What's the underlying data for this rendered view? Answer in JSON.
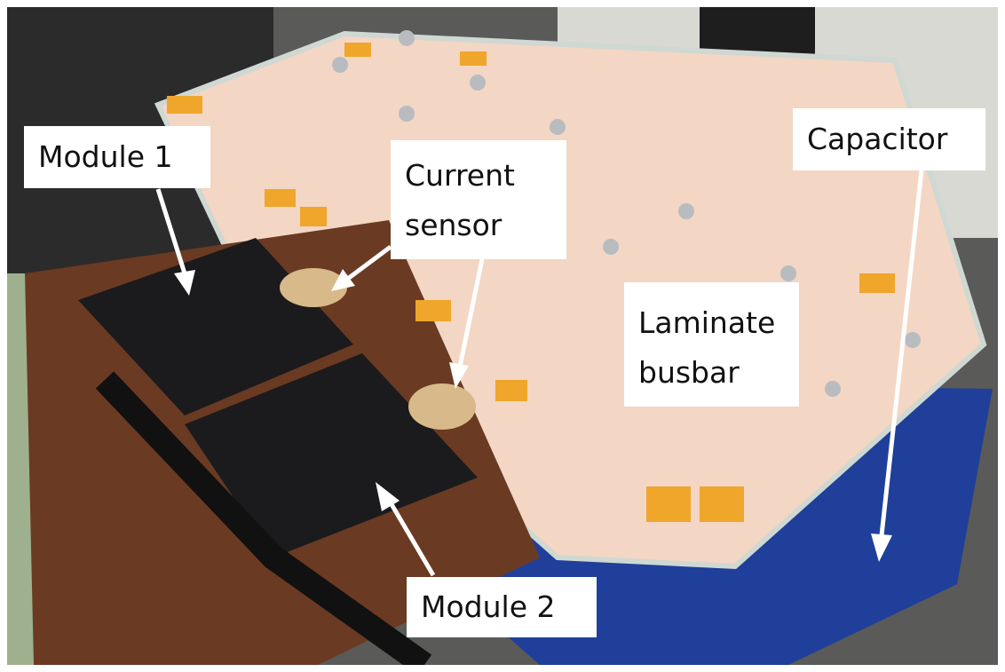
{
  "labels": {
    "module1": "Module 1",
    "current_sensor": "Current\nsensor",
    "current_sensor_line1": "Current",
    "current_sensor_line2": "sensor",
    "capacitor": "Capacitor",
    "laminate_busbar_line1": "Laminate",
    "laminate_busbar_line2": "busbar",
    "module2": "Module 2"
  },
  "colors": {
    "busbar": "#f3d6c4",
    "capacitor": "#1f3f9a",
    "module": "#1b1b1d",
    "tape": "#f0a62a"
  }
}
